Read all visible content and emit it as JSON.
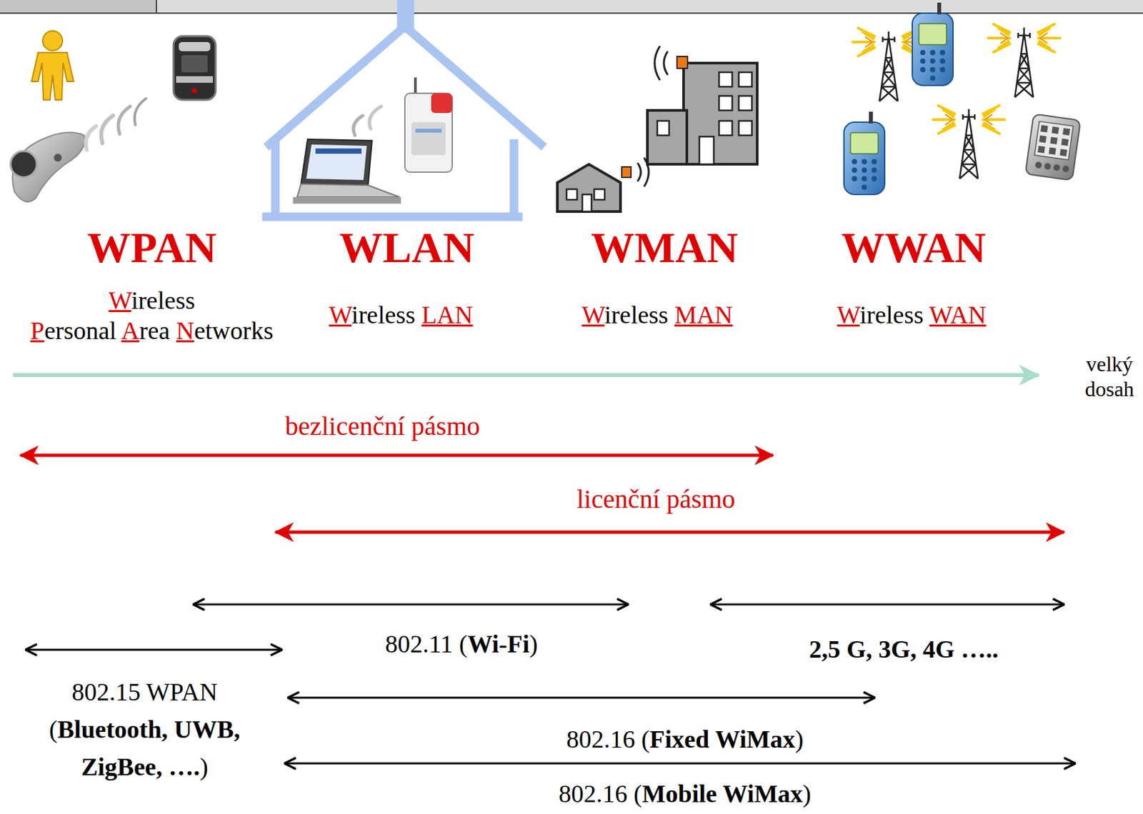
{
  "diagram": {
    "labels": [
      "WPAN",
      "Wireless Personal Area Networks",
      "WLAN",
      "Wireless LAN",
      "WMAN",
      "Wireless MAN",
      "WWAN",
      "Wireless WAN",
      "velký dosah",
      "bezlicenční pásmo",
      "licenční pásmo",
      "802.11 (Wi-Fi)",
      "2,5 G, 3G, 4G …..",
      "802.15 WPAN (Bluetooth, UWB, ZigBee, ….)",
      "802.16 (Fixed WiMax)",
      "802.16 (Mobile WiMax)"
    ]
  }
}
